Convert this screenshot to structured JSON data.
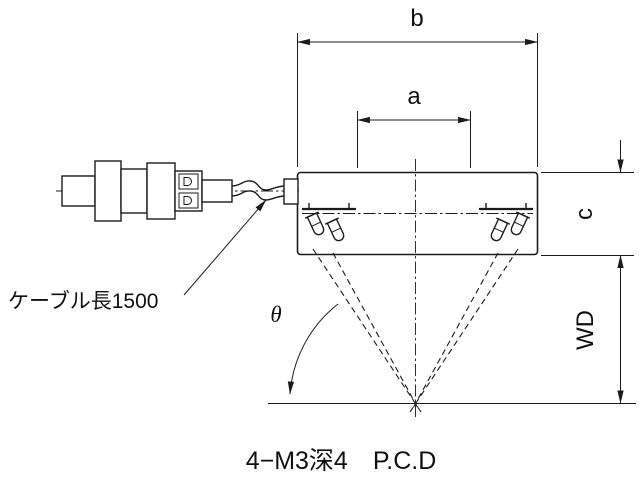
{
  "diagram": {
    "colors": {
      "background": "#ffffff",
      "line": "#1b1b1b",
      "text": "#111111"
    },
    "dimension_labels": {
      "b": "b",
      "a": "a",
      "c": "c",
      "wd": "WD",
      "theta": "θ"
    },
    "annotations": {
      "cable_length": "ケーブル長1500",
      "mounting_note": "4−M3深4　P.C.D"
    }
  }
}
